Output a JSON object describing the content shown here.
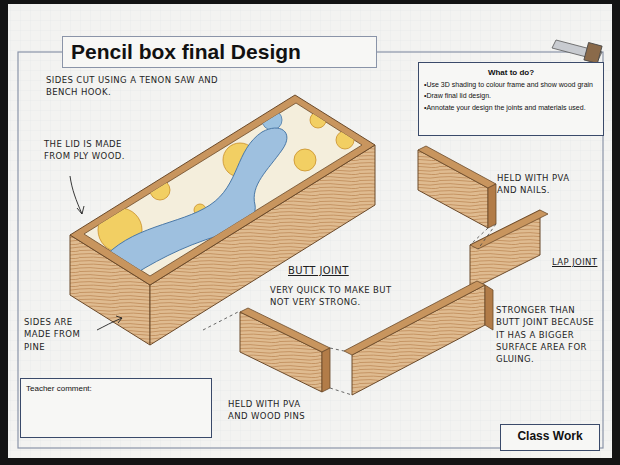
{
  "diagram": {
    "title": "Pencil box final Design",
    "nodes": [
      {
        "text": [
          "What to do?",
          "•Use 3D shading to colour frame and show wood grain",
          "•Draw final lid design.",
          "•Annotate your design the joints and materials used."
        ]
      },
      {
        "text": [
          "Teacher comment:"
        ]
      },
      {
        "text": [
          "Class Work"
        ]
      }
    ],
    "labels": [
      "SIDES CUT USING A TENON SAW AND BENCH HOOK.",
      "THE LID IS MADE FROM PLY WOOD.",
      "SIDES ARE MADE FROM PINE",
      "HELD WITH PVA AND NAILS.",
      "LAP JOINT",
      "STRONGER THAN BUTT JOINT BECAUSE IT HAS A BIGGER SURFACE AREA FOR GLUING.",
      "BUTT JOINT",
      "VERY QUICK TO MAKE BUT NOT VERY STRONG.",
      "HELD WITH PVA AND WOOD PINS"
    ]
  }
}
